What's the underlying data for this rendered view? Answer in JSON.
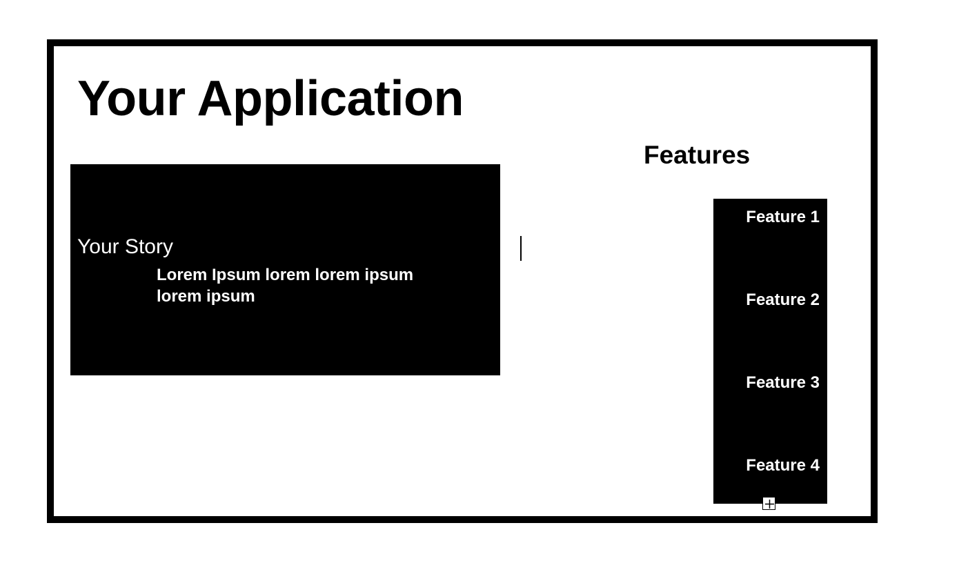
{
  "app": {
    "title": "Your Application"
  },
  "story": {
    "heading": "Your Story",
    "body": "Lorem Ipsum lorem lorem ipsum lorem ipsum"
  },
  "features": {
    "heading": "Features",
    "items": [
      {
        "label": "Feature 1"
      },
      {
        "label": "Feature 2"
      },
      {
        "label": "Feature 3"
      },
      {
        "label": "Feature 4"
      }
    ],
    "add_icon": "plus-box-icon"
  },
  "colors": {
    "background": "#ffffff",
    "frame_border": "#000000",
    "panel_fill": "#000000",
    "panel_text": "#ffffff"
  }
}
